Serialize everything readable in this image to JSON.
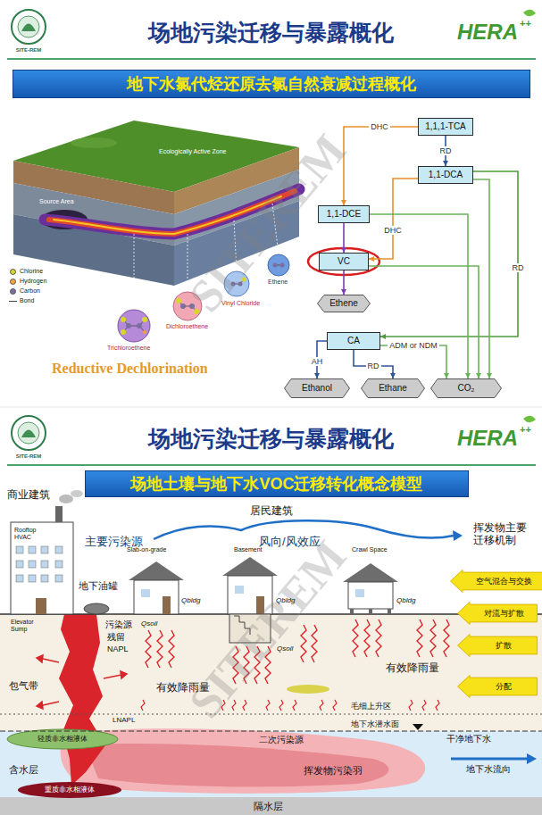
{
  "diagram": {
    "title": "场地污染迁移与暴露概化",
    "nodes": [
      {
        "text": [
          "地下水氯代烃还原去氯自然衰减过程概化"
        ]
      },
      {
        "text": [
          "1,1,1-TCA"
        ]
      },
      {
        "text": [
          "1,1-DCA"
        ]
      },
      {
        "text": [
          "1,1-DCE"
        ]
      },
      {
        "text": [
          "VC"
        ]
      },
      {
        "text": [
          "Ethene"
        ]
      },
      {
        "text": [
          "CA"
        ]
      },
      {
        "text": [
          "Ethanol"
        ]
      },
      {
        "text": [
          "Ethane"
        ]
      },
      {
        "text": [
          "CO₂"
        ]
      },
      {
        "text": [
          "场地土壤与地下水VOC迁移转化概念模型"
        ]
      },
      {
        "text": [
          "空气混合与交换"
        ]
      },
      {
        "text": [
          "对流与扩散"
        ]
      },
      {
        "text": [
          "扩散"
        ]
      },
      {
        "text": [
          "分配"
        ]
      }
    ],
    "edges": [
      {
        "from": 1,
        "to": 3,
        "arrow": "to",
        "label": "DHC"
      },
      {
        "from": 1,
        "to": 2,
        "arrow": "to",
        "label": "RD"
      },
      {
        "from": 2,
        "to": 4,
        "arrow": "to",
        "label": "DHC"
      },
      {
        "from": 2,
        "to": 6,
        "arrow": "to",
        "label": "RD"
      },
      {
        "from": 3,
        "to": 4,
        "arrow": "to"
      },
      {
        "from": 4,
        "to": 5,
        "arrow": "to"
      },
      {
        "from": 3,
        "to": 9,
        "arrow": "to"
      },
      {
        "from": 4,
        "to": 9,
        "arrow": "to"
      },
      {
        "from": 2,
        "to": 9,
        "arrow": "to"
      },
      {
        "from": 6,
        "to": 7,
        "arrow": "to",
        "label": "AH"
      },
      {
        "from": 6,
        "to": 8,
        "arrow": "to",
        "label": "RD"
      },
      {
        "from": 6,
        "to": 9,
        "arrow": "to",
        "label": "ADM or NDM"
      }
    ],
    "labels": [
      "场地污染迁移与暴露概化",
      "SITE-REM",
      "HERA",
      "++",
      "SITE-REM",
      "HERA",
      "++",
      "SITEREM",
      "SITEREM",
      "Source Area",
      "Ecologically Active Zone",
      "Ethene",
      "Vinyl Chloride",
      "Dichloroethene",
      "Trichloroethene",
      "Reductive Dechlorination",
      "商业建筑",
      "Rooftop HVAC",
      "主要污染源",
      "居民建筑",
      "风向/风效应",
      "挥发物主要迁移机制",
      "地下油罐",
      "Slab-on-grade",
      "Qbldg",
      "Basement",
      "Qbldg",
      "Crawl Space",
      "Qbldg",
      "Elevator Sump",
      "污染源",
      "残留",
      "NAPL",
      "Qsoil",
      "Qsoil",
      "包气带",
      "有效降雨量",
      "有效降雨量",
      "毛细上升区",
      "LNAPL",
      "地下水潜水面",
      "轻质非水相液体",
      "二次污染源",
      "干净地下水",
      "含水层",
      "挥发物污染羽",
      "地下水流向",
      "重质非水相液体",
      "隔水层"
    ],
    "legend": [
      {
        "text": "Chlorine",
        "color": "#d7d62a"
      },
      {
        "text": "Hydrogen",
        "color": "#f2a33a"
      },
      {
        "text": "Carbon",
        "color": "#7b6f9e"
      },
      {
        "text": "Bond"
      }
    ]
  }
}
